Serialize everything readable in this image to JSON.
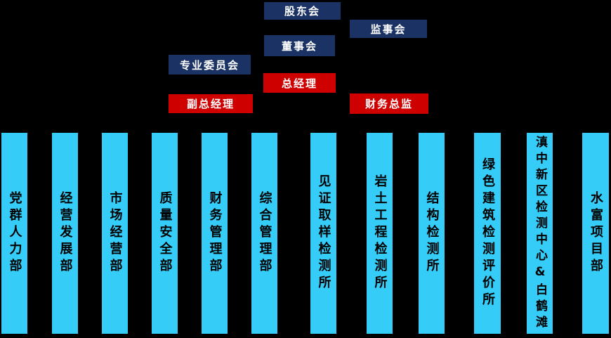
{
  "colors": {
    "background": "#000000",
    "navy": "#1B3264",
    "red": "#CE0000",
    "cyan": "#35CCF8",
    "box_text": "#FFFFFF",
    "column_text": "#000000"
  },
  "top_boxes": [
    {
      "id": "shareholders-meeting",
      "label": "股东会",
      "style": "navy"
    },
    {
      "id": "supervisory-board",
      "label": "监事会",
      "style": "navy"
    },
    {
      "id": "board-of-directors",
      "label": "董事会",
      "style": "navy"
    },
    {
      "id": "professional-committee",
      "label": "专业委员会",
      "style": "navy"
    },
    {
      "id": "general-manager",
      "label": "总经理",
      "style": "red"
    },
    {
      "id": "deputy-general-manager",
      "label": "副总经理",
      "style": "red"
    },
    {
      "id": "financial-director",
      "label": "财务总监",
      "style": "red"
    }
  ],
  "departments": [
    {
      "label": "党群人力部"
    },
    {
      "label": "经营发展部"
    },
    {
      "label": "市场经营部"
    },
    {
      "label": "质量安全部"
    },
    {
      "label": "财务管理部"
    },
    {
      "label": "综合管理部"
    },
    {
      "label": "见证取样检测所"
    },
    {
      "label": "岩土工程检测所"
    },
    {
      "label": "结构检测所"
    },
    {
      "label": "绿色建筑检测评价所"
    },
    {
      "label": "滇中新区检测中心&白鹤滩"
    },
    {
      "label": "水富项目部"
    }
  ]
}
